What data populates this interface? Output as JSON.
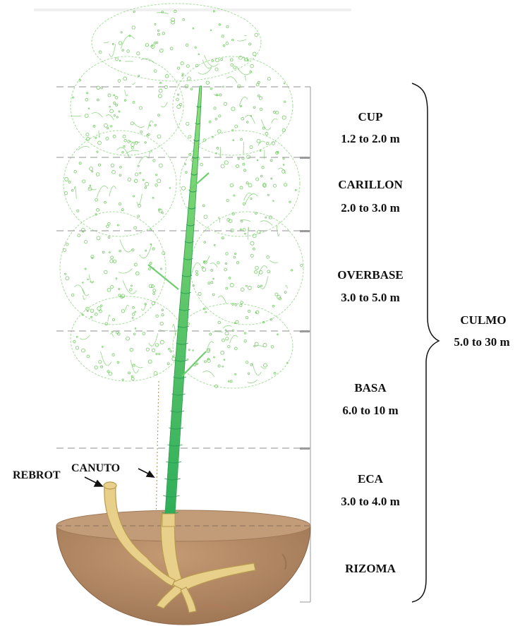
{
  "colors": {
    "foliage": "#5cc24a",
    "culm_top": "#7edc6a",
    "culm_bottom": "#2fae5a",
    "guide_line": "#a8a8a8",
    "soil": "#b48a64",
    "soil_dark": "#9b7251",
    "rhizome": "#e8d08a",
    "rhizome_edge": "#b89a4e",
    "text": "#111111"
  },
  "sections": [
    {
      "id": "cup",
      "name": "CUP",
      "range": "1.2 to 2.0 m"
    },
    {
      "id": "carillon",
      "name": "CARILLON",
      "range": "2.0 to 3.0 m"
    },
    {
      "id": "overbase",
      "name": "OVERBASE",
      "range": "3.0 to 5.0 m"
    },
    {
      "id": "basa",
      "name": "BASA",
      "range": "6.0 to 10 m"
    },
    {
      "id": "eca",
      "name": "ECA",
      "range": "3.0 to 4.0 m"
    },
    {
      "id": "rizoma",
      "name": "RIZOMA",
      "range": ""
    }
  ],
  "culmo": {
    "name": "CULMO",
    "range": "5.0 to 30 m"
  },
  "callouts": {
    "canuto": "CANUTO",
    "rebrot": "REBROT"
  },
  "icons": {
    "arrow": "arrow-icon",
    "brace": "curly-brace-icon"
  }
}
